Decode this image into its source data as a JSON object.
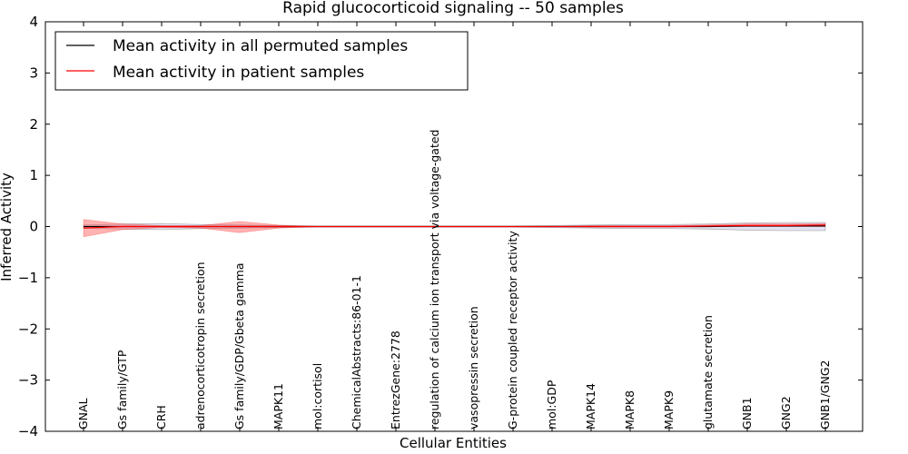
{
  "chart_data": {
    "type": "line",
    "title": "Rapid glucocorticoid signaling -- 50 samples",
    "xlabel": "Cellular Entities",
    "ylabel": "Inferred Activity",
    "ylim": [
      -4,
      4
    ],
    "yticks": [
      -4,
      -3,
      -2,
      -1,
      0,
      1,
      2,
      3,
      4
    ],
    "categories": [
      "GNAL",
      "Gs family/GTP",
      "CRH",
      "adrenocorticotropin secretion",
      "Gs family/GDP/Gbeta gamma",
      "MAPK11",
      "mol:cortisol",
      "ChemicalAbstracts:86-01-1",
      "EntrezGene:2778",
      "regulation of calcium ion transport via voltage-gated",
      "vasopressin secretion",
      "G-protein coupled receptor activity",
      "mol:GDP",
      "MAPK14",
      "MAPK8",
      "MAPK9",
      "glutamate secretion",
      "GNB1",
      "GNG2",
      "GNB1/GNG2"
    ],
    "series": [
      {
        "name": "Mean activity in all permuted samples",
        "color": "#000000",
        "band_color": "#b0b0dd",
        "values": [
          0.0,
          0.0,
          0.0,
          0.0,
          0.0,
          0.0,
          0.0,
          0.0,
          0.0,
          0.0,
          0.0,
          0.0,
          0.0,
          0.0,
          0.0,
          0.0,
          0.0,
          0.01,
          0.01,
          0.01
        ],
        "upper": [
          0.03,
          0.05,
          0.06,
          0.04,
          0.03,
          0.02,
          0.01,
          0.01,
          0.01,
          0.01,
          0.01,
          0.01,
          0.02,
          0.03,
          0.04,
          0.04,
          0.05,
          0.07,
          0.08,
          0.08
        ],
        "lower": [
          -0.03,
          -0.05,
          -0.06,
          -0.04,
          -0.03,
          -0.02,
          -0.01,
          -0.01,
          -0.01,
          -0.01,
          -0.01,
          -0.01,
          -0.02,
          -0.03,
          -0.04,
          -0.04,
          -0.05,
          -0.07,
          -0.08,
          -0.08
        ]
      },
      {
        "name": "Mean activity in patient samples",
        "color": "#ff0000",
        "band_color": "#ff5555",
        "values": [
          -0.03,
          0.0,
          0.0,
          0.0,
          0.0,
          0.0,
          0.0,
          0.0,
          0.0,
          0.0,
          0.0,
          0.0,
          0.0,
          0.0,
          0.0,
          0.0,
          0.01,
          0.02,
          0.02,
          0.03
        ],
        "upper": [
          0.14,
          0.05,
          0.02,
          0.02,
          0.1,
          0.03,
          0.0,
          0.0,
          0.0,
          0.0,
          0.0,
          0.0,
          0.0,
          0.02,
          0.02,
          0.02,
          0.03,
          0.05,
          0.05,
          0.06
        ],
        "lower": [
          -0.2,
          -0.06,
          -0.02,
          -0.03,
          -0.12,
          -0.03,
          0.0,
          0.0,
          0.0,
          0.0,
          0.0,
          0.0,
          0.0,
          -0.01,
          -0.01,
          -0.01,
          0.0,
          0.0,
          0.0,
          0.0
        ]
      }
    ],
    "legend_position": "top-left"
  }
}
